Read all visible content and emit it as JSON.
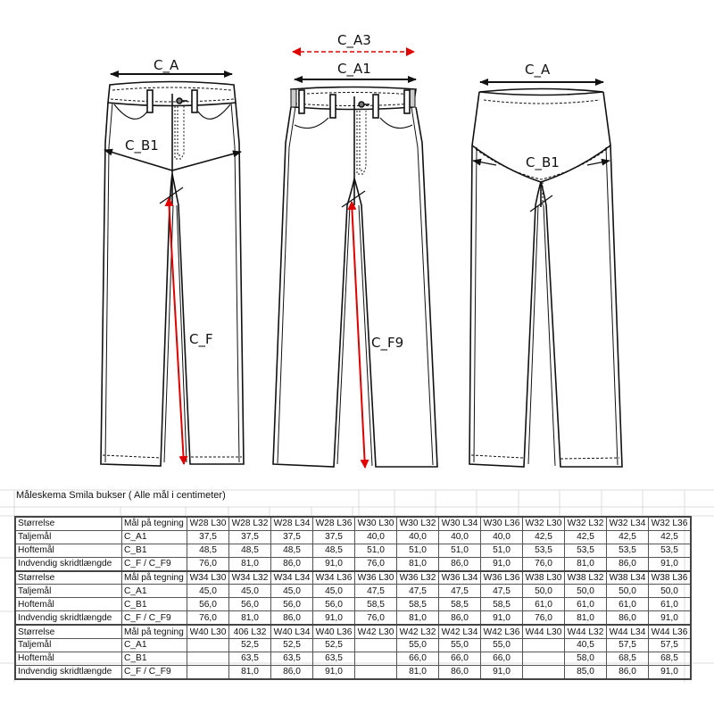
{
  "drawings": {
    "left": {
      "top_label": "C_A",
      "hip_label": "C_B1",
      "inseam_label": "C_F"
    },
    "middle": {
      "top_dashed_label": "C_A3",
      "top_label": "C_A1",
      "inseam_label": "C_F9"
    },
    "right": {
      "top_label": "C_A",
      "hip_label": "C_B1"
    },
    "colors": {
      "line": "#111111",
      "measure_red": "#e00000"
    }
  },
  "sheet": {
    "title": "Måleskema Smila bukser ( Alle mål i centimeter)",
    "blocks": [
      {
        "header": {
          "label": "Størrelse",
          "code": "Mål på tegning",
          "sizes": [
            "W28 L30",
            "W28 L32",
            "W28 L34",
            "W28 L36",
            "W30 L30",
            "W30 L32",
            "W30 L34",
            "W30 L36",
            "W32 L30",
            "W32 L32",
            "W32 L34",
            "W32 L36"
          ]
        },
        "rows": [
          {
            "label": "Taljemål",
            "code": "C_A1",
            "values": [
              "37,5",
              "37,5",
              "37,5",
              "37,5",
              "40,0",
              "40,0",
              "40,0",
              "40,0",
              "42,5",
              "42,5",
              "42,5",
              "42,5"
            ]
          },
          {
            "label": "Hoftemål",
            "code": "C_B1",
            "values": [
              "48,5",
              "48,5",
              "48,5",
              "48,5",
              "51,0",
              "51,0",
              "51,0",
              "51,0",
              "53,5",
              "53,5",
              "53,5",
              "53,5"
            ]
          },
          {
            "label": "Indvendig skridtlængde",
            "code": "C_F / C_F9",
            "values": [
              "76,0",
              "81,0",
              "86,0",
              "91,0",
              "76,0",
              "81,0",
              "86,0",
              "91,0",
              "76,0",
              "81,0",
              "86,0",
              "91,0"
            ]
          }
        ]
      },
      {
        "header": {
          "label": "Størrelse",
          "code": "Mål på tegning",
          "sizes": [
            "W34 L30",
            "W34 L32",
            "W34 L34",
            "W34 L36",
            "W36 L30",
            "W36 L32",
            "W36 L34",
            "W36 L36",
            "W38 L30",
            "W38 L32",
            "W38 L34",
            "W38 L36"
          ]
        },
        "rows": [
          {
            "label": "Taljemål",
            "code": "C_A1",
            "values": [
              "45,0",
              "45,0",
              "45,0",
              "45,0",
              "47,5",
              "47,5",
              "47,5",
              "47,5",
              "50,0",
              "50,0",
              "50,0",
              "50,0"
            ]
          },
          {
            "label": "Hoftemål",
            "code": "C_B1",
            "values": [
              "56,0",
              "56,0",
              "56,0",
              "56,0",
              "58,5",
              "58,5",
              "58,5",
              "58,5",
              "61,0",
              "61,0",
              "61,0",
              "61,0"
            ]
          },
          {
            "label": "Indvendig skridtlængde",
            "code": "C_F / C_F9",
            "values": [
              "76,0",
              "81,0",
              "86,0",
              "91,0",
              "76,0",
              "81,0",
              "86,0",
              "91,0",
              "76,0",
              "81,0",
              "86,0",
              "91,0"
            ]
          }
        ]
      },
      {
        "header": {
          "label": "Størrelse",
          "code": "Mål på tegning",
          "sizes": [
            "W40 L30",
            "406 L32",
            "W40 L34",
            "W40 L36",
            "W42 L30",
            "W42 L32",
            "W42 L34",
            "W42 L36",
            "W44 L30",
            "W44 L32",
            "W44 L34",
            "W44 L36"
          ]
        },
        "rows": [
          {
            "label": "Taljemål",
            "code": "C_A1",
            "values": [
              "",
              "52,5",
              "52,5",
              "52,5",
              "",
              "55,0",
              "55,0",
              "55,0",
              "",
              "40,5",
              "57,5",
              "57,5"
            ]
          },
          {
            "label": "Hoftemål",
            "code": "C_B1",
            "values": [
              "",
              "63,5",
              "63,5",
              "63,5",
              "",
              "66,0",
              "66,0",
              "66,0",
              "",
              "58,0",
              "68,5",
              "68,5"
            ]
          },
          {
            "label": "Indvendig skridtlængde",
            "code": "C_F / C_F9",
            "values": [
              "",
              "81,0",
              "86,0",
              "91,0",
              "",
              "81,0",
              "86,0",
              "91,0",
              "",
              "85,0",
              "86,0",
              "91,0"
            ]
          }
        ]
      }
    ]
  }
}
